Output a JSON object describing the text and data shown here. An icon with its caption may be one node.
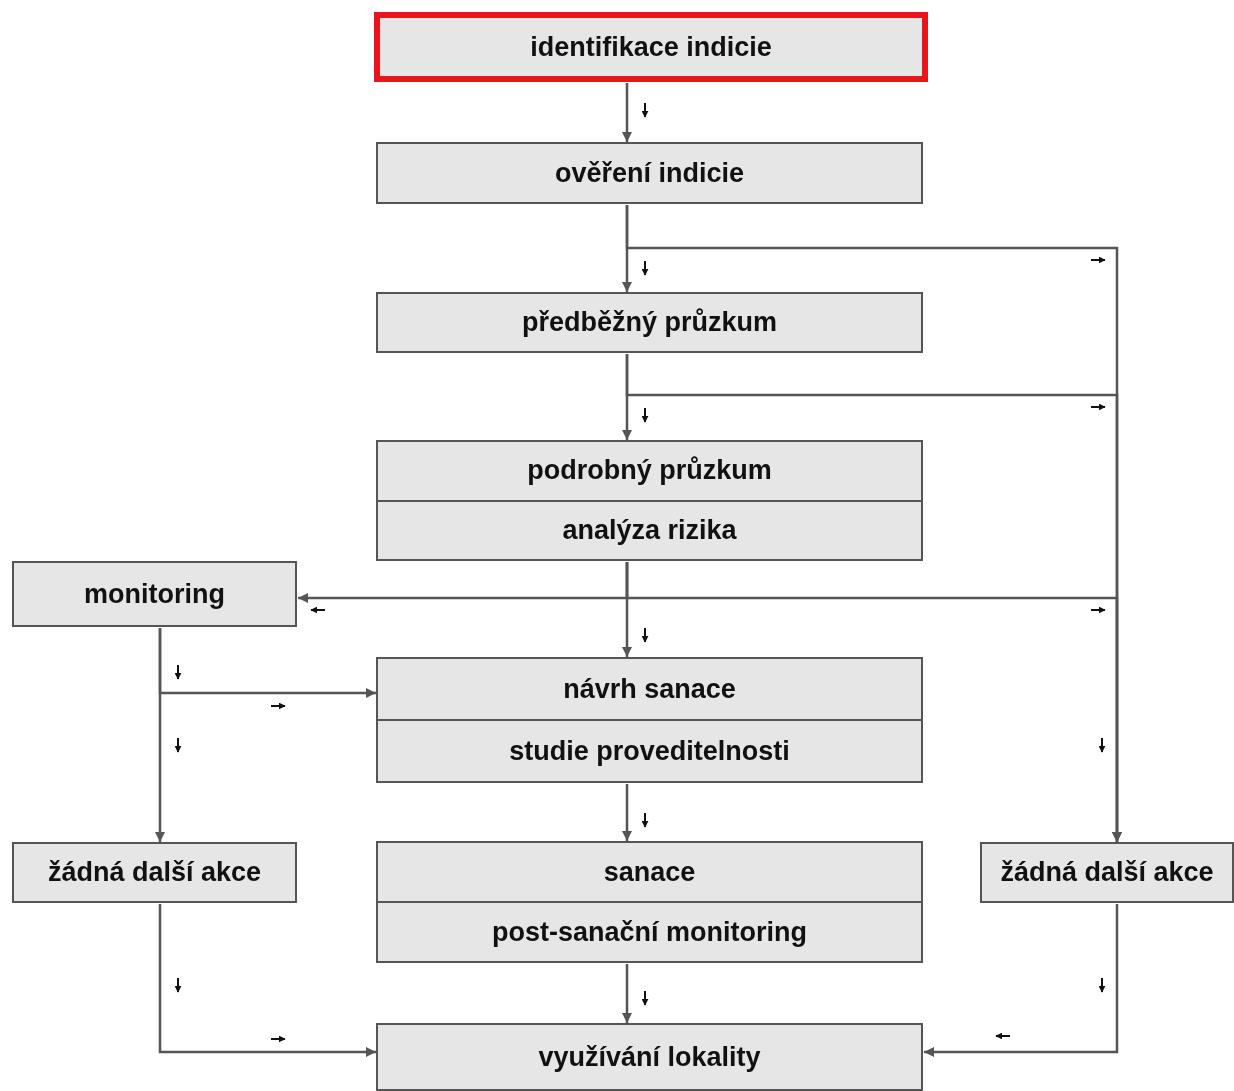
{
  "diagram": {
    "nodes": [
      {
        "text": [
          "identifikace indicie"
        ]
      },
      {
        "text": [
          "ověření indicie"
        ]
      },
      {
        "text": [
          "předběžný průzkum"
        ]
      },
      {
        "text": [
          "podrobný průzkum",
          "analýza rizika"
        ]
      },
      {
        "text": [
          "monitoring"
        ]
      },
      {
        "text": [
          "návrh sanace",
          "studie proveditelnosti"
        ]
      },
      {
        "text": [
          "žádná další akce"
        ]
      },
      {
        "text": [
          "sanace",
          "post-sanační monitoring"
        ]
      },
      {
        "text": [
          "žádná další akce"
        ]
      },
      {
        "text": [
          "využívání lokality"
        ]
      }
    ],
    "edges": [
      {
        "from": 0,
        "to": 1,
        "arrow": "to"
      },
      {
        "from": 1,
        "to": 2,
        "arrow": "to"
      },
      {
        "from": 1,
        "to": 8,
        "arrow": "to"
      },
      {
        "from": 2,
        "to": 3,
        "arrow": "to"
      },
      {
        "from": 2,
        "to": 8,
        "arrow": "to"
      },
      {
        "from": 3,
        "to": 5,
        "arrow": "to"
      },
      {
        "from": 3,
        "to": 4,
        "arrow": "to"
      },
      {
        "from": 3,
        "to": 8,
        "arrow": "to"
      },
      {
        "from": 4,
        "to": 5,
        "arrow": "to"
      },
      {
        "from": 4,
        "to": 6,
        "arrow": "to"
      },
      {
        "from": 5,
        "to": 7,
        "arrow": "to"
      },
      {
        "from": 6,
        "to": 9,
        "arrow": "to"
      },
      {
        "from": 7,
        "to": 9,
        "arrow": "to"
      },
      {
        "from": 8,
        "to": 9,
        "arrow": "to"
      }
    ]
  }
}
